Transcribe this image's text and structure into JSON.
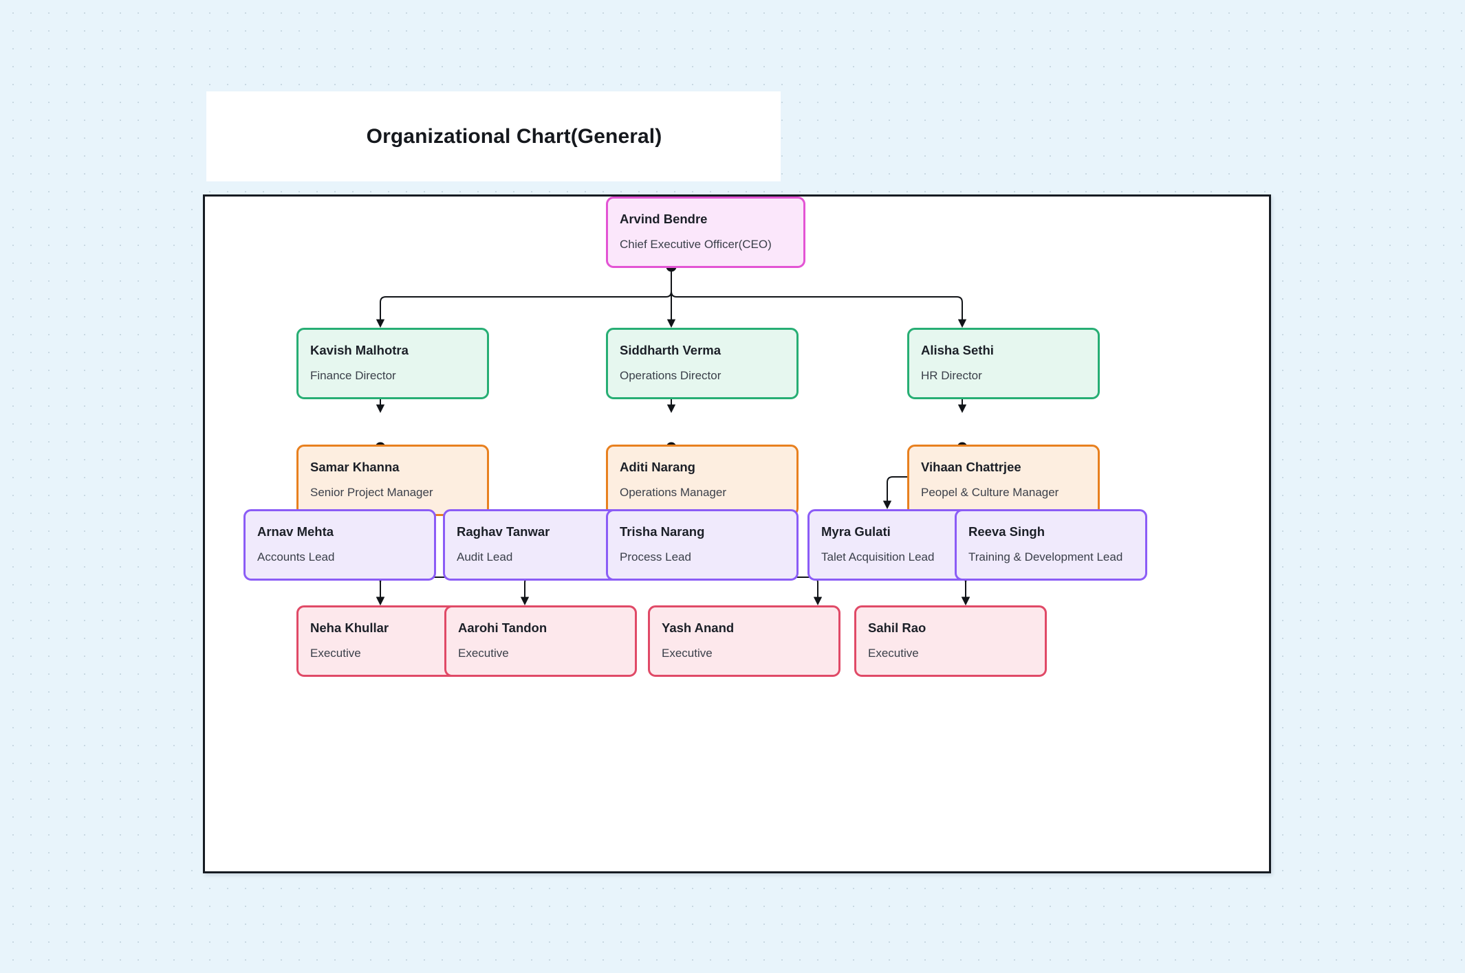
{
  "title": {
    "text": "Organizational Chart(General)"
  },
  "chart_data": {
    "type": "diagram",
    "diagram_type": "organizational-chart",
    "title": "Organizational Chart(General)",
    "levels": [
      {
        "name": "ceo",
        "border": "#e354d4",
        "fill": "#fbe7fb"
      },
      {
        "name": "director",
        "border": "#27ae74",
        "fill": "#e6f7ef"
      },
      {
        "name": "manager",
        "border": "#e8801f",
        "fill": "#fdeee0"
      },
      {
        "name": "lead",
        "border": "#8b5cf6",
        "fill": "#f0eafc"
      },
      {
        "name": "exec",
        "border": "#e04a67",
        "fill": "#fde8ec"
      }
    ],
    "nodes": [
      {
        "id": "ceo",
        "name": "Arvind Bendre",
        "role": "Chief Executive Officer(CEO)",
        "level": "ceo"
      },
      {
        "id": "fin",
        "name": "Kavish Malhotra",
        "role": "Finance Director",
        "level": "director"
      },
      {
        "id": "ops",
        "name": "Siddharth Verma",
        "role": "Operations Director",
        "level": "director"
      },
      {
        "id": "hr",
        "name": "Alisha Sethi",
        "role": "HR Director",
        "level": "director"
      },
      {
        "id": "spm",
        "name": "Samar Khanna",
        "role": "Senior Project Manager",
        "level": "manager"
      },
      {
        "id": "opm",
        "name": "Aditi Narang",
        "role": "Operations Manager",
        "level": "manager"
      },
      {
        "id": "pcm",
        "name": "Vihaan Chattrjee",
        "role": "Peopel & Culture Manager",
        "level": "manager"
      },
      {
        "id": "acct",
        "name": "Arnav Mehta",
        "role": "Accounts Lead",
        "level": "lead"
      },
      {
        "id": "audit",
        "name": "Raghav Tanwar",
        "role": "Audit Lead",
        "level": "lead"
      },
      {
        "id": "process",
        "name": "Trisha Narang",
        "role": "Process Lead",
        "level": "lead"
      },
      {
        "id": "ta",
        "name": "Myra Gulati",
        "role": "Talet Acquisition Lead",
        "level": "lead"
      },
      {
        "id": "td",
        "name": "Reeva Singh",
        "role": "Training & Development Lead",
        "level": "lead"
      },
      {
        "id": "e1",
        "name": "Neha Khullar",
        "role": "Executive",
        "level": "exec"
      },
      {
        "id": "e2",
        "name": "Aarohi Tandon",
        "role": "Executive",
        "level": "exec"
      },
      {
        "id": "e3",
        "name": "Yash Anand",
        "role": "Executive",
        "level": "exec"
      },
      {
        "id": "e4",
        "name": "Sahil Rao",
        "role": "Executive",
        "level": "exec"
      }
    ],
    "edges": [
      {
        "from": "ceo",
        "to": "fin"
      },
      {
        "from": "ceo",
        "to": "ops"
      },
      {
        "from": "ceo",
        "to": "hr"
      },
      {
        "from": "fin",
        "to": "spm"
      },
      {
        "from": "ops",
        "to": "opm"
      },
      {
        "from": "hr",
        "to": "pcm"
      },
      {
        "from": "spm",
        "to": "acct"
      },
      {
        "from": "spm",
        "to": "audit"
      },
      {
        "from": "opm",
        "to": "process"
      },
      {
        "from": "pcm",
        "to": "ta"
      },
      {
        "from": "pcm",
        "to": "td"
      },
      {
        "from": "acct",
        "to": "e1"
      },
      {
        "from": "audit",
        "to": "e1"
      },
      {
        "from": "process",
        "to": "e2"
      },
      {
        "from": "process",
        "to": "e3"
      },
      {
        "from": "ta",
        "to": "e4"
      },
      {
        "from": "td",
        "to": "e4"
      }
    ]
  }
}
